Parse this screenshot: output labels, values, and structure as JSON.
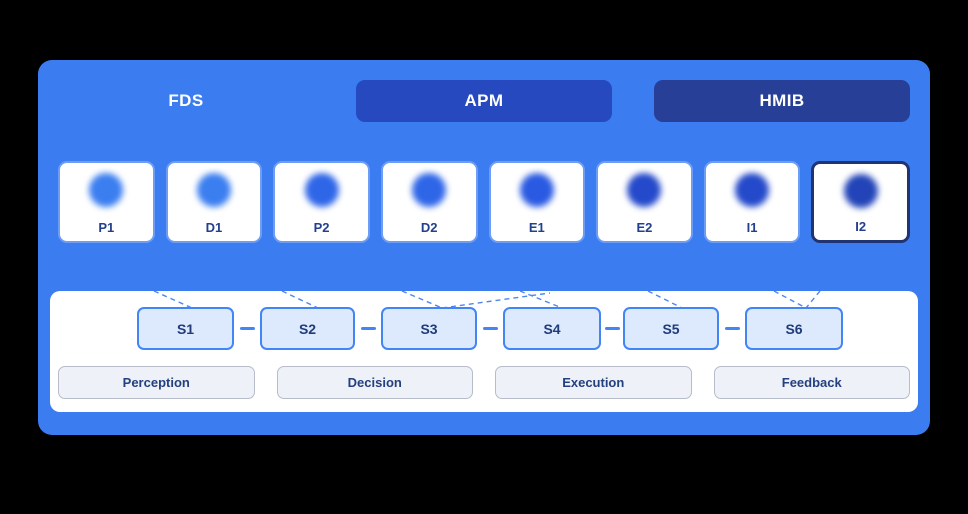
{
  "canvas": {
    "background": "#000000"
  },
  "panel": {
    "background": "#3b7cf0"
  },
  "tabs": [
    {
      "label": "FDS",
      "state": "inactive",
      "color": "transparent"
    },
    {
      "label": "APM",
      "state": "active",
      "color": "#2649bf"
    },
    {
      "label": "HMIB",
      "state": "active",
      "color": "#273f96"
    }
  ],
  "cards": [
    {
      "label": "P1",
      "dot_color": "#3b7ef0",
      "selected": false
    },
    {
      "label": "D1",
      "dot_color": "#3b7ef0",
      "selected": false
    },
    {
      "label": "P2",
      "dot_color": "#2f66e8",
      "selected": false
    },
    {
      "label": "D2",
      "dot_color": "#2f66e8",
      "selected": false
    },
    {
      "label": "E1",
      "dot_color": "#2a5ae2",
      "selected": false
    },
    {
      "label": "E2",
      "dot_color": "#2449ca",
      "selected": false
    },
    {
      "label": "I1",
      "dot_color": "#2449ca",
      "selected": false
    },
    {
      "label": "I2",
      "dot_color": "#2244b8",
      "selected": true
    }
  ],
  "stages": [
    {
      "label": "S1"
    },
    {
      "label": "S2"
    },
    {
      "label": "S3"
    },
    {
      "label": "S4"
    },
    {
      "label": "S5"
    },
    {
      "label": "S6"
    }
  ],
  "phases": [
    {
      "label": "Perception"
    },
    {
      "label": "Decision"
    },
    {
      "label": "Execution"
    },
    {
      "label": "Feedback"
    }
  ],
  "colors": {
    "accent": "#4285f4",
    "stage_fill": "#ddeafd",
    "stage_text": "#1f3b7a",
    "phase_fill": "#eef1f7",
    "phase_text": "#24407f",
    "card_label": "#23408e",
    "selected_border": "#1f3470"
  }
}
